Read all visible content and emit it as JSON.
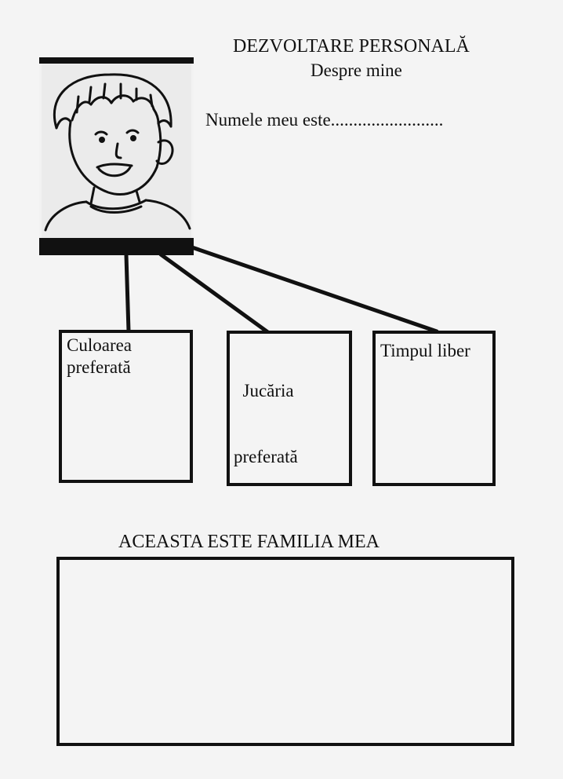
{
  "header": {
    "title": "DEZVOLTARE PERSONALĂ",
    "subtitle": "Despre mine"
  },
  "name_prompt": "Numele meu este.........................",
  "portrait": {
    "icon": "boy-portrait-icon"
  },
  "boxes": [
    {
      "line1": "Culoarea",
      "line2": "preferată"
    },
    {
      "line1": "  Jucăria",
      "line2": "preferată"
    },
    {
      "line1": "Timpul liber",
      "line2": ""
    }
  ],
  "family": {
    "title": "ACEASTA ESTE FAMILIA MEA"
  }
}
